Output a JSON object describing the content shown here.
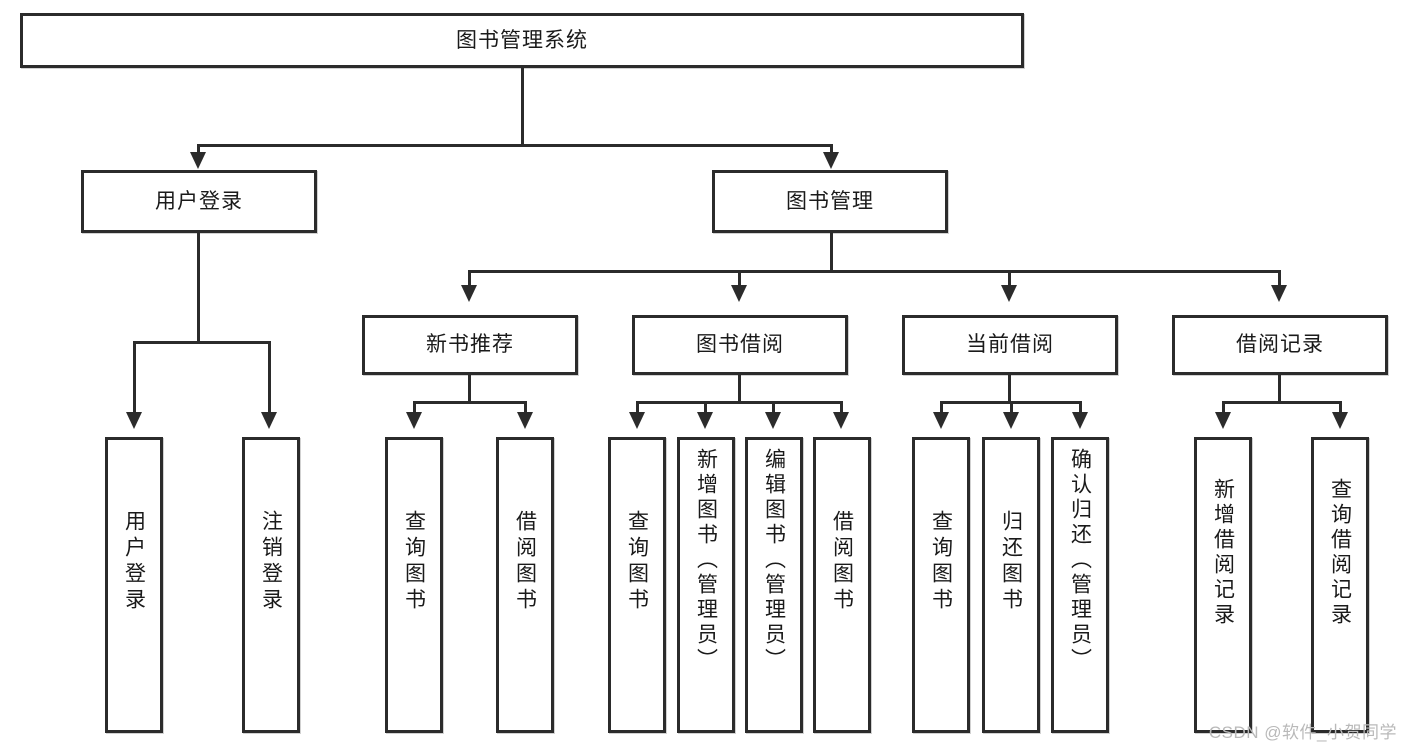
{
  "diagram": {
    "type": "tree-hierarchy-chart",
    "title": "图书管理系统",
    "orientation": "top-down",
    "colors": {
      "box_border": "#2b2b2b",
      "box_fill": "#ffffff",
      "connector": "#2b2b2b",
      "text": "#1a1a1a",
      "watermark": "#b9b9b9"
    },
    "root": {
      "label": "图书管理系统"
    },
    "level1": [
      {
        "label": "用户登录"
      },
      {
        "label": "图书管理"
      }
    ],
    "level2": [
      {
        "label": "新书推荐"
      },
      {
        "label": "图书借阅"
      },
      {
        "label": "当前借阅"
      },
      {
        "label": "借阅记录"
      }
    ],
    "leaves": {
      "user_login": [
        {
          "label": "用户登录"
        },
        {
          "label": "注销登录"
        }
      ],
      "new_book_recommend": [
        {
          "label": "查询图书"
        },
        {
          "label": "借阅图书"
        }
      ],
      "book_borrow": [
        {
          "label": "查询图书"
        },
        {
          "label": "新增图书（管理员）"
        },
        {
          "label": "编辑图书（管理员）"
        },
        {
          "label": "借阅图书"
        }
      ],
      "current_borrow": [
        {
          "label": "查询图书"
        },
        {
          "label": "归还图书"
        },
        {
          "label": "确认归还（管理员）"
        }
      ],
      "borrow_record": [
        {
          "label": "新增借阅记录"
        },
        {
          "label": "查询借阅记录"
        }
      ]
    }
  },
  "watermark": {
    "text": "CSDN @软件_小贺同学"
  }
}
